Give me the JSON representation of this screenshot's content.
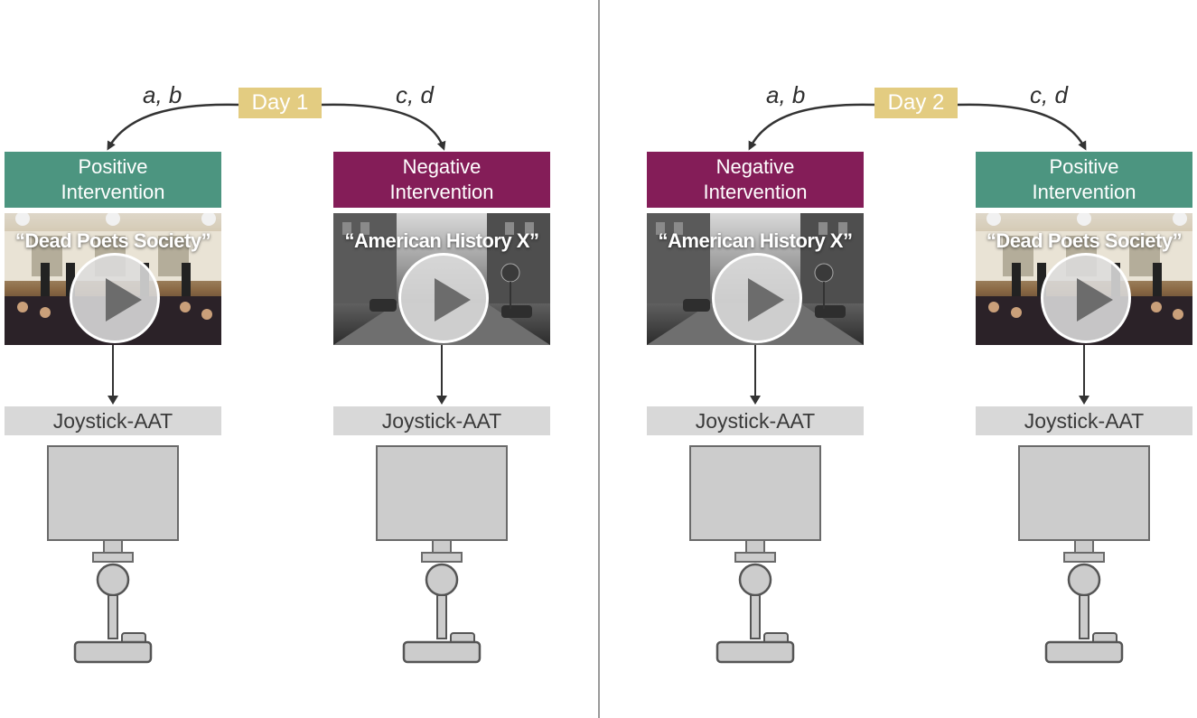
{
  "days": [
    {
      "badge": "Day 1",
      "left_label": "a, b",
      "right_label": "c, d",
      "columns": [
        {
          "header": [
            "Positive",
            "Intervention"
          ],
          "valence": "positive",
          "film": "“Dead Poets Society”",
          "task": "Joystick-AAT"
        },
        {
          "header": [
            "Negative",
            "Intervention"
          ],
          "valence": "negative",
          "film": "“American History X”",
          "task": "Joystick-AAT"
        }
      ]
    },
    {
      "badge": "Day 2",
      "left_label": "a, b",
      "right_label": "c, d",
      "columns": [
        {
          "header": [
            "Negative",
            "Intervention"
          ],
          "valence": "negative",
          "film": "“American History X”",
          "task": "Joystick-AAT"
        },
        {
          "header": [
            "Positive",
            "Intervention"
          ],
          "valence": "positive",
          "film": "“Dead Poets Society”",
          "task": "Joystick-AAT"
        }
      ]
    }
  ],
  "colors": {
    "positive": "#4c9580",
    "negative": "#841d58",
    "day_badge": "#e3cc81",
    "task_bar": "#d8d8d8",
    "device": "#cccccc"
  },
  "icons": [
    "play-icon",
    "monitor-icon",
    "joystick-icon",
    "arrow-icon"
  ]
}
